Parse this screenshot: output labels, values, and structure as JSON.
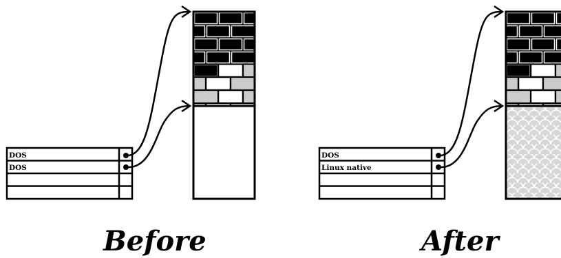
{
  "before": {
    "caption": "Before",
    "partition_table": {
      "rows": [
        "DOS",
        "DOS",
        "",
        "",
        ""
      ]
    },
    "disk": {
      "partitions": [
        "dos-full",
        "dos-empty"
      ]
    }
  },
  "after": {
    "caption": "After",
    "partition_table": {
      "rows": [
        "DOS",
        "Linux native",
        "",
        "",
        ""
      ]
    },
    "disk": {
      "partitions": [
        "dos-full",
        "linux-native"
      ]
    }
  },
  "colors": {
    "ink": "#000000",
    "paper": "#ffffff",
    "grey_brick": "#cccccc",
    "linux_fill": "#d6d6d6"
  }
}
